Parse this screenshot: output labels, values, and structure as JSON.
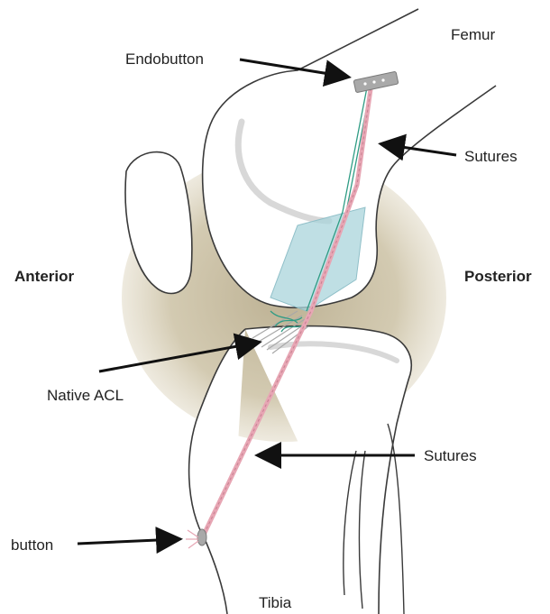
{
  "labels": {
    "femur": "Femur",
    "endobutton": "Endobutton",
    "sutures_upper": "Sutures",
    "anterior": "Anterior",
    "posterior": "Posterior",
    "native_acl": "Native ACL",
    "sutures_lower": "Sutures",
    "button": "button",
    "tibia": "Tibia"
  },
  "colors": {
    "background": "#ffffff",
    "joint_shadow": "#b5a887",
    "bone_outline": "#3a3a3a",
    "graft": "#a9d4db",
    "suture_pink": "#e7a6b4",
    "suture_green": "#2f9c84",
    "endobutton": "#a9a9a9",
    "arrow": "#111111"
  }
}
